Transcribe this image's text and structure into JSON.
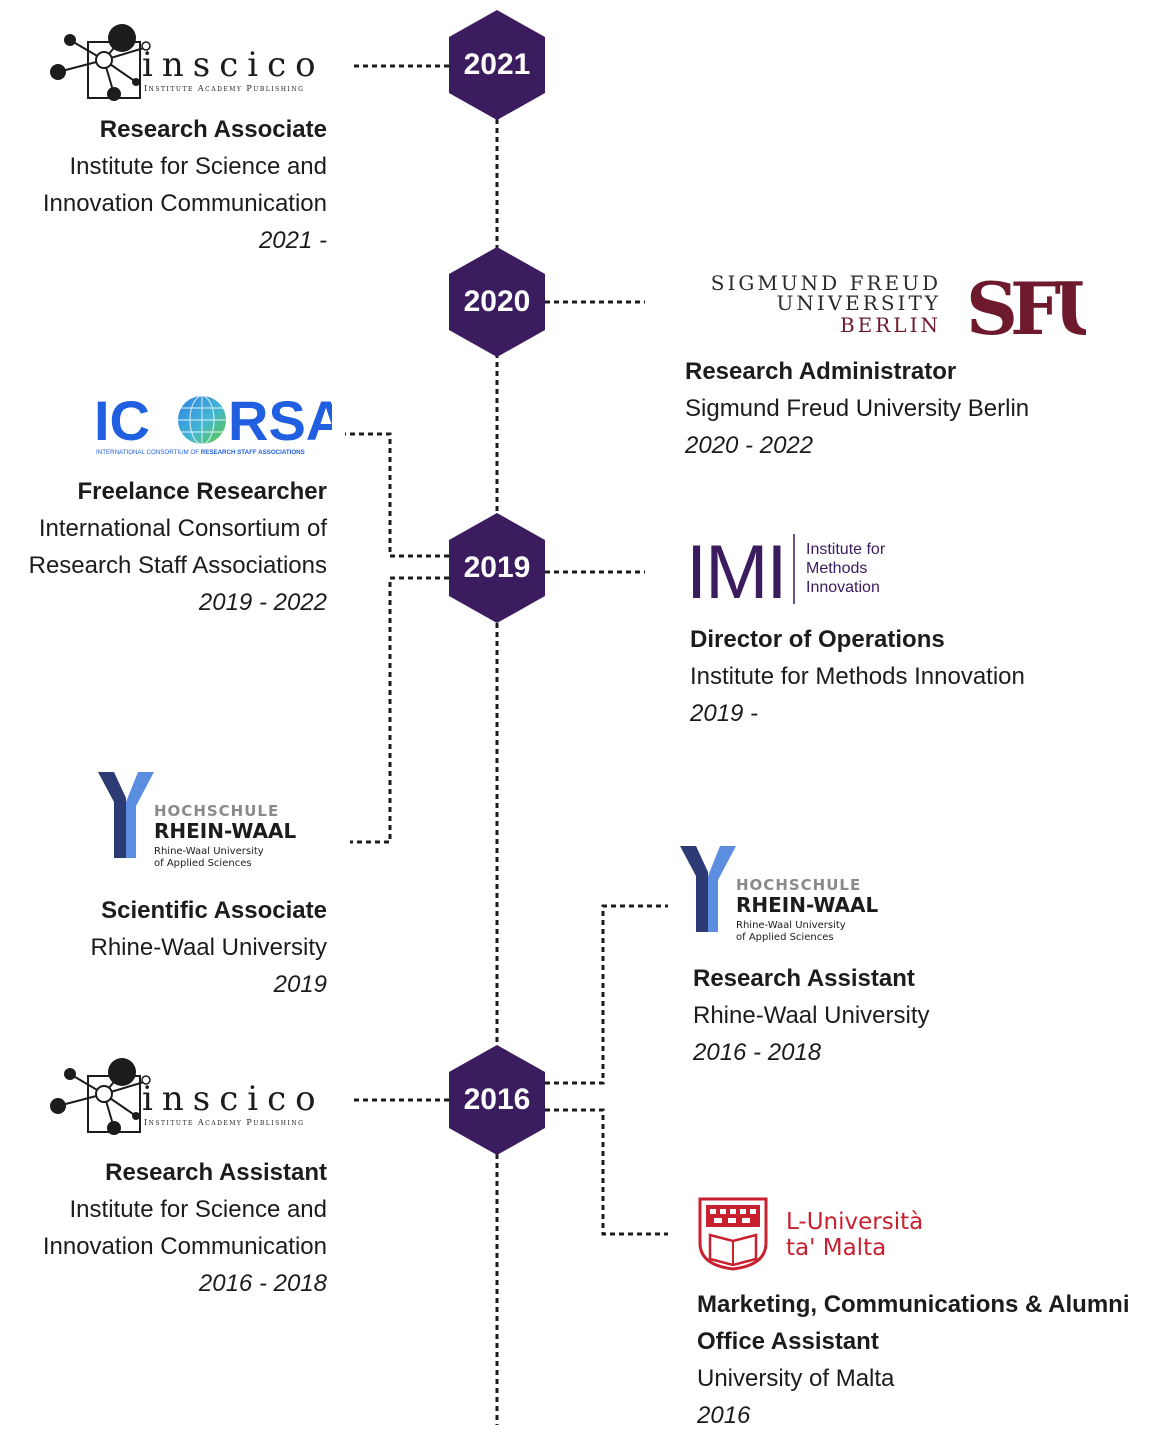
{
  "timeline": {
    "accent_color": "#3b1c5e",
    "years": [
      "2021",
      "2020",
      "2019",
      "2016"
    ]
  },
  "logos": {
    "inscico": {
      "name": "inscico",
      "tagline": "Institute Academy Publishing"
    },
    "sfu": {
      "line1": "SIGMUND FREUD",
      "line2": "UNIVERSITY",
      "line3": "BERLIN",
      "mark": "SFU",
      "color": "#6e1a2c"
    },
    "icorsa": {
      "word_left": "IC",
      "word_right": "RSA",
      "tagline_a": "INTERNATIONAL CONSORTIUM OF ",
      "tagline_b": "RESEARCH STAFF ASSOCIATIONS"
    },
    "imi": {
      "mark": "IMI",
      "line1": "Institute for",
      "line2": "Methods",
      "line3": "Innovation",
      "color": "#3b1c5e"
    },
    "hsrw": {
      "line1": "HOCHSCHULE",
      "line2": "RHEIN-WAAL",
      "line3": "Rhine-Waal University",
      "line4": "of Applied Sciences"
    },
    "malta": {
      "line1": "L-Università",
      "line2": "ta' Malta",
      "color": "#c8202f"
    }
  },
  "entries": [
    {
      "role": "Research Associate",
      "org_line1": "Institute for Science and",
      "org_line2": "Innovation Communication",
      "dates": "2021 -"
    },
    {
      "role": "Research Administrator",
      "org_line1": "Sigmund Freud University Berlin",
      "dates": "2020 - 2022"
    },
    {
      "role": "Freelance Researcher",
      "org_line1": "International Consortium of",
      "org_line2": "Research Staff Associations",
      "dates": "2019 - 2022"
    },
    {
      "role": "Director of Operations",
      "org_line1": "Institute for Methods Innovation",
      "dates": "2019 -"
    },
    {
      "role": "Scientific Associate",
      "org_line1": "Rhine-Waal University",
      "dates": "2019"
    },
    {
      "role": "Research Assistant",
      "org_line1": "Rhine-Waal University",
      "dates": "2016 - 2018"
    },
    {
      "role": "Research Assistant",
      "org_line1": "Institute for Science and",
      "org_line2": "Innovation Communication",
      "dates": "2016 -  2018"
    },
    {
      "role_line1": "Marketing, Communications & Alumni",
      "role_line2": "Office Assistant",
      "org_line1": "University of Malta",
      "dates": "2016"
    }
  ]
}
